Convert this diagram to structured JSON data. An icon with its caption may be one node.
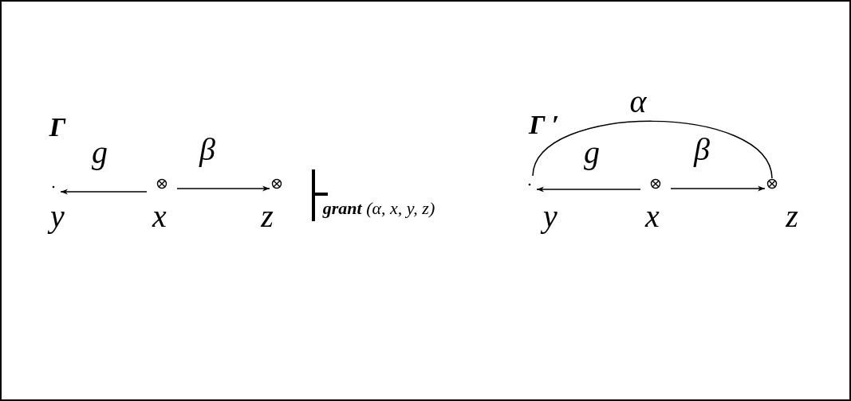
{
  "diagram": {
    "nodes": [
      {
        "text": [],
        "shape": "dot",
        "beside": [
          "y"
        ]
      },
      {
        "text": [],
        "shape": "circle",
        "beside": [
          "x"
        ]
      },
      {
        "text": [],
        "shape": "circle",
        "beside": [
          "z"
        ]
      },
      {
        "text": [],
        "shape": "dot",
        "beside": [
          "y"
        ]
      },
      {
        "text": [],
        "shape": "circle",
        "beside": [
          "x"
        ]
      },
      {
        "text": [],
        "shape": "circle",
        "beside": [
          "z"
        ]
      }
    ],
    "edges": [
      {
        "from": 1,
        "to": 0,
        "arrow": "to",
        "label": "g"
      },
      {
        "from": 1,
        "to": 2,
        "arrow": "to",
        "label": "β"
      },
      {
        "from": 3,
        "to": 5,
        "arrow": "none",
        "label": "α"
      },
      {
        "from": 4,
        "to": 3,
        "arrow": "to",
        "label": "g"
      },
      {
        "from": 4,
        "to": 5,
        "arrow": "to",
        "label": "β"
      }
    ],
    "labels": [
      "Γ",
      "Γ ′",
      "**grant** (α, x, y, z)"
    ]
  }
}
